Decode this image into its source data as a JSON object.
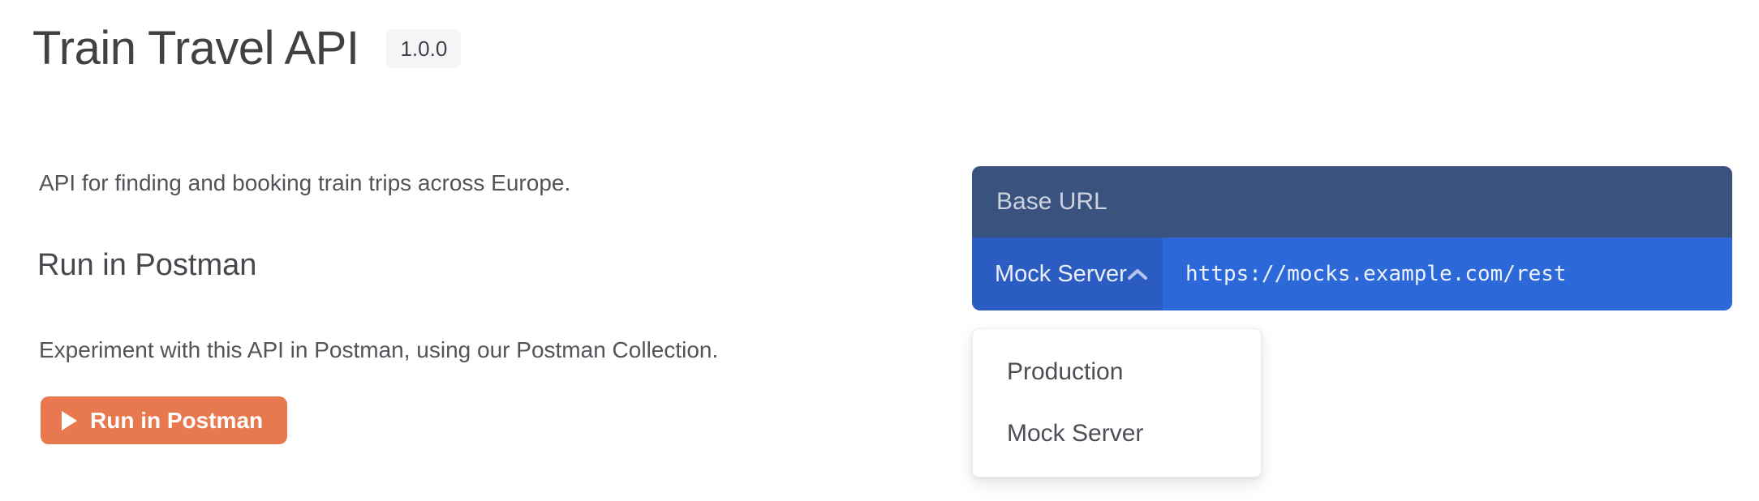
{
  "page": {
    "title": "Train Travel API",
    "version": "1.0.0",
    "description": "API for finding and booking train trips across Europe.",
    "section_heading": "Run in Postman",
    "section_text": "Experiment with this API in Postman, using our Postman Collection.",
    "run_button_label": "Run in Postman"
  },
  "base_url_widget": {
    "header_label": "Base URL",
    "selected_server": "Mock Server",
    "url": "https://mocks.example.com/rest",
    "dropdown_open": true,
    "dropdown_options": [
      "Production",
      "Mock Server"
    ]
  },
  "icons": {
    "run_button": "play-icon",
    "server_select": "chevron-up-icon"
  },
  "colors": {
    "accent_orange": "#e8794e",
    "header_navy": "#3a527e",
    "select_blue": "#2b5cc2",
    "url_blue": "#2d68d9",
    "badge_bg": "#f4f5f7",
    "title_text": "#3e4245",
    "body_text": "#515559",
    "dropdown_text": "#4b4f55"
  }
}
